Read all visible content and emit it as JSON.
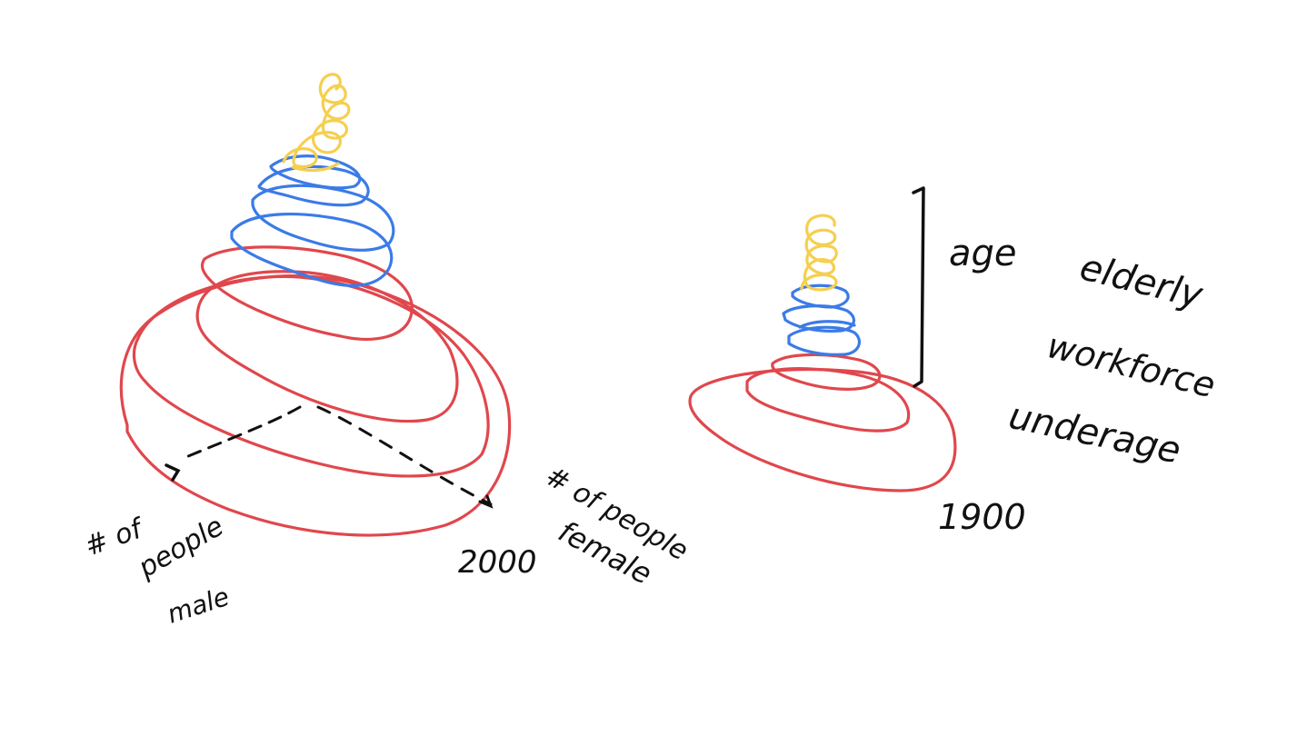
{
  "colors": {
    "elderly": "#f5cf4f",
    "workforce": "#3b7be8",
    "underage": "#e0474c",
    "ink": "#111111"
  },
  "labels": {
    "axis_male": "# of people male",
    "axis_male_line1": "# of",
    "axis_male_line2": "people",
    "axis_male_line3": "male",
    "axis_female_line1": "# of people",
    "axis_female_line2": "female",
    "year_left": "2000",
    "year_right": "1900",
    "age": "age"
  },
  "legend": [
    {
      "key": "elderly",
      "label": "elderly",
      "color": "#f5cf4f"
    },
    {
      "key": "workforce",
      "label": "workforce",
      "color": "#3b7be8"
    },
    {
      "key": "underage",
      "label": "underage",
      "color": "#e0474c"
    }
  ],
  "pyramids": [
    {
      "year": "2000",
      "layers": [
        "underage",
        "workforce",
        "elderly"
      ]
    },
    {
      "year": "1900",
      "layers": [
        "underage",
        "workforce",
        "elderly"
      ]
    }
  ]
}
